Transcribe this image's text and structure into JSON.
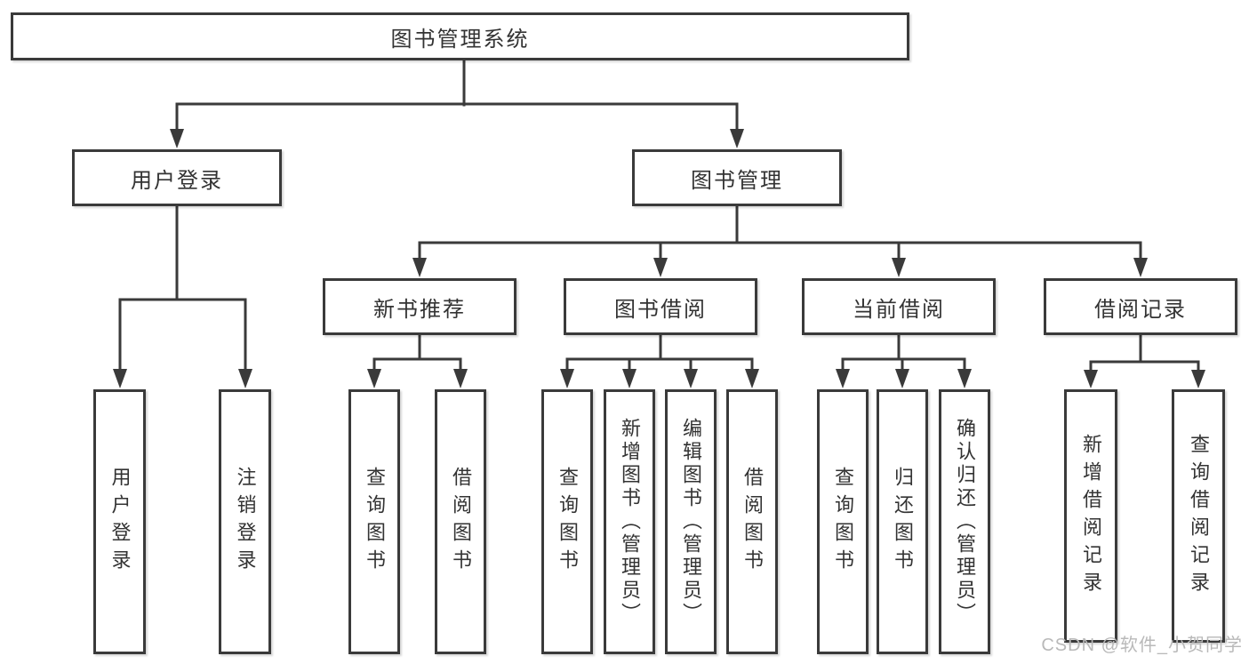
{
  "diagram": {
    "root": {
      "label": "图书管理系统"
    },
    "branches": [
      {
        "label": "用户登录",
        "children": [
          {
            "label": "用户登录"
          },
          {
            "label": "注销登录"
          }
        ]
      },
      {
        "label": "图书管理",
        "children": [
          {
            "label": "新书推荐",
            "children": [
              {
                "label": "查询图书"
              },
              {
                "label": "借阅图书"
              }
            ]
          },
          {
            "label": "图书借阅",
            "children": [
              {
                "label": "查询图书"
              },
              {
                "label": "新增图书（管理员）"
              },
              {
                "label": "编辑图书（管理员）"
              },
              {
                "label": "借阅图书"
              }
            ]
          },
          {
            "label": "当前借阅",
            "children": [
              {
                "label": "查询图书"
              },
              {
                "label": "归还图书"
              },
              {
                "label": "确认归还（管理员）"
              }
            ]
          },
          {
            "label": "借阅记录",
            "children": [
              {
                "label": "新增借阅记录"
              },
              {
                "label": "查询借阅记录"
              }
            ]
          }
        ]
      }
    ]
  },
  "watermark": {
    "text": "CSDN @软件_小贺同学"
  },
  "colors": {
    "line": "#3a3a3a",
    "text": "#333333",
    "background": "#ffffff",
    "watermark": "#b9b9b9"
  }
}
